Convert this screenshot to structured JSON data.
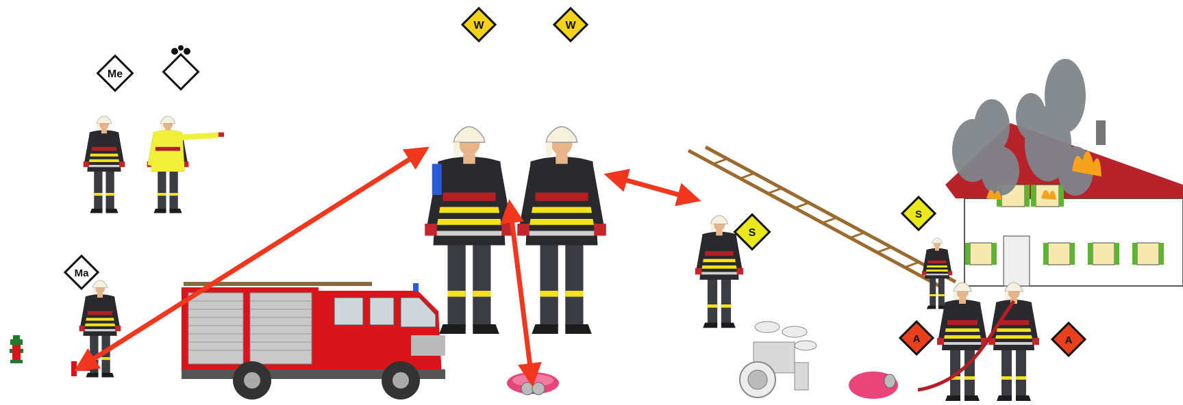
{
  "scene": {
    "background": "#ffffff",
    "colors": {
      "arrow": "#f2371f",
      "badge_yellow": "#f5d21a",
      "badge_red": "#e8401c",
      "badge_white": "#ffffff",
      "badge_green_yellow": "#e8e81a",
      "turnout_dark": "#2a2a2e",
      "reflective_yellow": "#f2e11c",
      "truck_red": "#d9141b",
      "roof_red": "#b8222a",
      "smoke_gray": "#7f858a",
      "shutter_green": "#5bb531",
      "hose_pink": "#e8457a",
      "ladder_brown": "#9b6a2e"
    },
    "badges": {
      "me": {
        "label": "Me"
      },
      "melder": {
        "label": ""
      },
      "ma": {
        "label": "Ma"
      },
      "w1": {
        "label": "W"
      },
      "w2": {
        "label": "W"
      },
      "s1": {
        "label": "S"
      },
      "s2": {
        "label": "S"
      },
      "a1": {
        "label": "A"
      },
      "a2": {
        "label": "A"
      }
    },
    "icons": [
      "hydrant-icon",
      "fire-truck-icon",
      "hose-roll-icon",
      "dividing-breeching-icon",
      "ladder-icon",
      "burning-house-icon",
      "firefighter-icon"
    ]
  }
}
